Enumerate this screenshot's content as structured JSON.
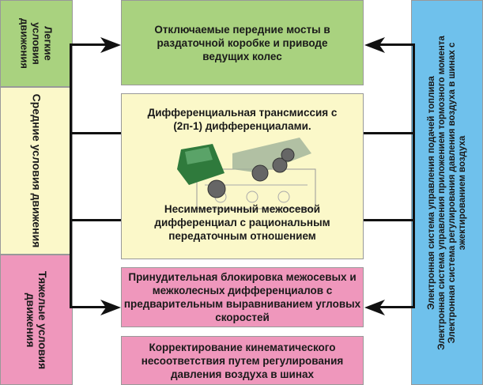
{
  "conditions": [
    {
      "label": "Легкие\nусловия\nдвижения",
      "color": "#a9d27f"
    },
    {
      "label": "Средние условия движения",
      "color": "#fbf8c9"
    },
    {
      "label": "Тяжелые условия\nдвижения",
      "color": "#ef97bc"
    }
  ],
  "boxes": [
    {
      "text": "Отключаемые передние мосты в раздаточной коробке и приводе ведущих колес",
      "color": "#a9d27f"
    },
    {
      "text": "Дифференциальная трансмиссия с (2п-1) дифференциалами.",
      "text2": "Несимметричный межосевой дифференциал с рациональным передаточным отношением",
      "color": "#fbf8c9"
    },
    {
      "text": "Принудительная блокировка межосевых и межколесных дифференциалов с предварительным выравниванием угловых скоростей",
      "color": "#ef97bc"
    },
    {
      "text": "Корректирование кинематического несоответствия путем регулирования давления воздуха в шинах",
      "color": "#ef97bc"
    }
  ],
  "electronics": {
    "label": "Электронная система управления подачей топлива\nЭлектронная система управления приложением тормозного момента\nЭлектронная система регулирования давления воздуха в шинах с\nэжектированием воздуха",
    "color": "#6fc1ec"
  }
}
